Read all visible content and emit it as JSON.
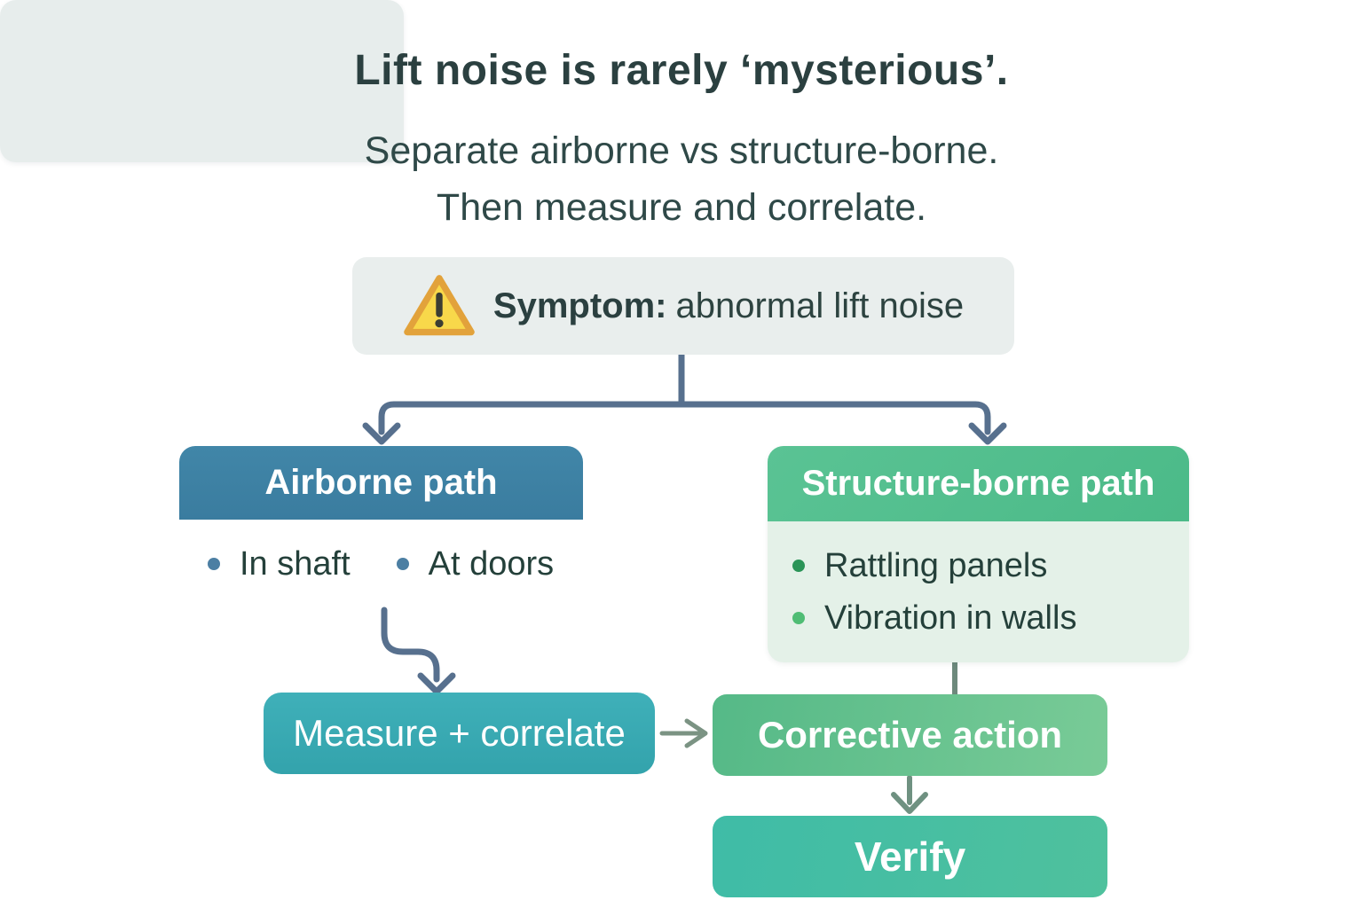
{
  "title": "Lift noise is rarely ‘mysterious’.",
  "subtitle": {
    "line1": "Separate airborne vs structure-borne.",
    "line2": "Then measure and correlate."
  },
  "symptom": {
    "icon": "warning-triangle-icon",
    "label": "Symptom:",
    "value": "abnormal lift noise"
  },
  "airborne": {
    "title": "Airborne path",
    "bullets": [
      "In shaft",
      "At doors"
    ]
  },
  "structure": {
    "title": "Structure-borne path",
    "bullets": [
      "Rattling panels",
      "Vibration in walls"
    ]
  },
  "measure": {
    "label": "Measure + correlate"
  },
  "corrective": {
    "label": "Corrective action"
  },
  "verify": {
    "label": "Verify"
  },
  "colors": {
    "title_text": "#2b4040",
    "symptom_bg": "#e9eeed",
    "warning_fill": "#f8d84a",
    "warning_border": "#e2a23b",
    "connector_slate": "#57708e",
    "connector_green_gray": "#74907f",
    "airborne_header": "#3c80a3",
    "airborne_body": "#e7edec",
    "airborne_bullet_dot": "#4c7fa3",
    "structure_header": "#52bd8d",
    "structure_body": "#e4f1e8",
    "structure_bullet_dot_1": "#2a9457",
    "structure_bullet_dot_2": "#4fbd74",
    "measure_box": "#38a9b2",
    "corrective_box": "#5fbf8d",
    "verify_box": "#45bda4"
  }
}
